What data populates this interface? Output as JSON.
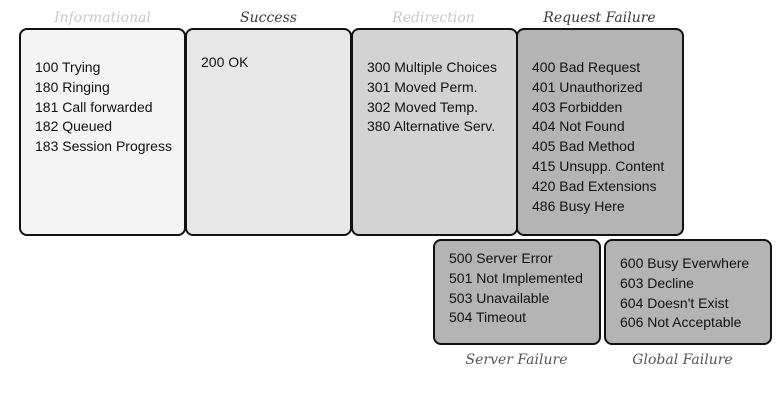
{
  "categories": [
    {
      "id": "informational",
      "label": "Informational",
      "color": "#f4f4f4",
      "codes": [
        "100 Trying",
        "180 Ringing",
        "181 Call forwarded",
        "182 Queued",
        "183 Session Progress"
      ]
    },
    {
      "id": "success",
      "label": "Success",
      "color": "#e7e7e7",
      "codes": [
        "200 OK"
      ]
    },
    {
      "id": "redirection",
      "label": "Redirection",
      "color": "#d3d3d3",
      "codes": [
        "300 Multiple Choices",
        "301 Moved Perm.",
        "302 Moved Temp.",
        "380 Alternative Serv."
      ]
    },
    {
      "id": "request-failure",
      "label": "Request Failure",
      "color": "#b4b4b4",
      "codes": [
        "400 Bad Request",
        "401 Unauthorized",
        "403 Forbidden",
        "404 Not Found",
        "405 Bad Method",
        "415 Unsupp. Content",
        "420 Bad Extensions",
        "486 Busy Here"
      ]
    },
    {
      "id": "server-failure",
      "label": "Server Failure",
      "color": "#b4b4b4",
      "codes": [
        "500 Server Error",
        "501 Not Implemented",
        "503 Unavailable",
        "504 Timeout"
      ]
    },
    {
      "id": "global-failure",
      "label": "Global Failure",
      "color": "#b4b4b4",
      "codes": [
        "600 Busy Everwhere",
        "603 Decline",
        "604 Doesn't Exist",
        "606 Not Acceptable"
      ]
    }
  ]
}
